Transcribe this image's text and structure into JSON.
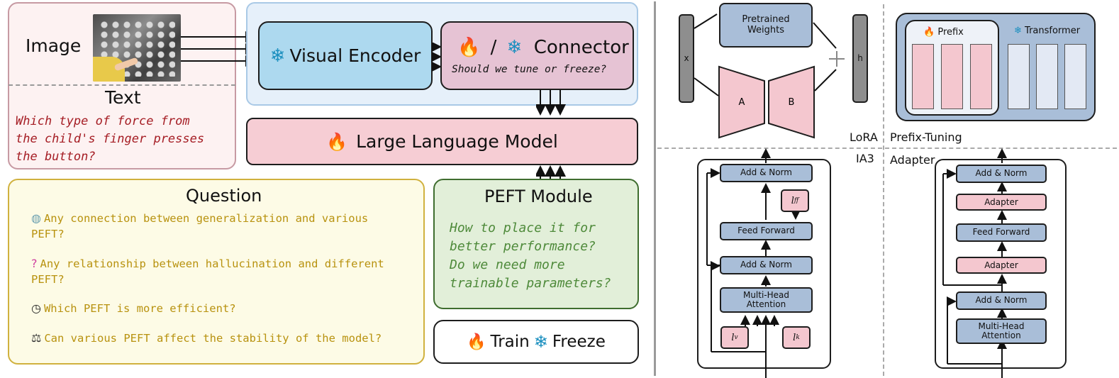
{
  "left": {
    "image_label": "Image",
    "text_label": "Text",
    "text_question": [
      "Which type of force from",
      "the child's finger presses",
      "the button?"
    ],
    "visual_encoder": {
      "icon": "❄",
      "label": "Visual Encoder"
    },
    "connector": {
      "label": "Connector",
      "separator": "/",
      "subtitle": "Should we tune or freeze?"
    },
    "llm": {
      "label": "Large Language Model"
    },
    "question": {
      "title": "Question",
      "items": [
        {
          "icon": "brain-icon",
          "text": "Any connection between generalization and various",
          "text2": "PEFT?"
        },
        {
          "icon": "question-mark-icon",
          "text": "Any relationship between hallucination and different",
          "text2": "PEFT?"
        },
        {
          "icon": "clock-icon",
          "text": "Which PEFT is more efficient?"
        },
        {
          "icon": "scales-icon",
          "text": "Can various PEFT affect the stability of the model?"
        }
      ]
    },
    "peft": {
      "title": "PEFT Module",
      "lines": [
        "How to place it for",
        "better performance?",
        "Do we need more",
        "trainable parameters?"
      ]
    },
    "legend": {
      "train": "Train",
      "freeze": "Freeze"
    }
  },
  "right": {
    "lora": {
      "x": "x",
      "h": "h",
      "weights": [
        "Pretrained",
        "Weights"
      ],
      "a": "A",
      "b": "B",
      "label": "LoRA"
    },
    "prefix_tuning": {
      "label": "Prefix-Tuning",
      "prefix": "Prefix",
      "transformer": "Transformer"
    },
    "ia3": {
      "label": "IA3",
      "add_norm_top": "Add & Norm",
      "lff": "l",
      "lff_sub": "ff",
      "feed_forward": "Feed Forward",
      "add_norm_bottom": "Add & Norm",
      "mha": [
        "Multi-Head",
        "Attention"
      ],
      "lv": "l",
      "lv_sub": "v",
      "lk": "l",
      "lk_sub": "k"
    },
    "adapter": {
      "label": "Adapter",
      "add_norm_top": "Add & Norm",
      "adapter_top": "Adapter",
      "feed_forward": "Feed Forward",
      "adapter_bottom": "Adapter",
      "add_norm_bottom": "Add & Norm",
      "mha": [
        "Multi-Head",
        "Attention"
      ]
    }
  }
}
